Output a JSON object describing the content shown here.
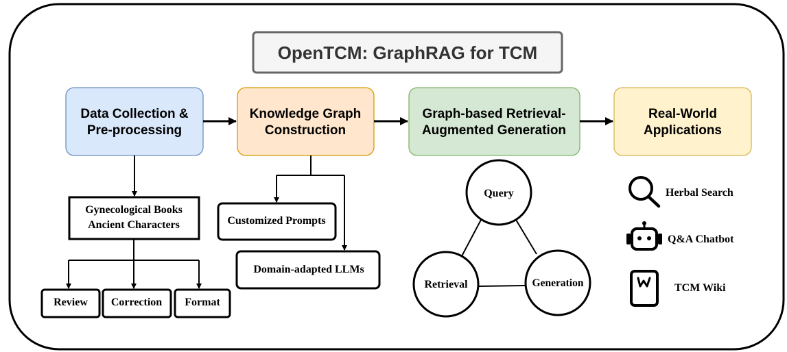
{
  "title": "OpenTCM: GraphRAG for TCM",
  "stages": {
    "data_collection": {
      "line1": "Data Collection &",
      "line2": "Pre-processing",
      "fill": "#dae8fc",
      "stroke": "#6c8ebf"
    },
    "kg_construction": {
      "line1": "Knowledge Graph",
      "line2": "Construction",
      "fill": "#ffe6cc",
      "stroke": "#d79b00"
    },
    "graph_rag": {
      "line1": "Graph-based Retrieval-",
      "line2": "Augmented Generation",
      "fill": "#d5e8d4",
      "stroke": "#82b366"
    },
    "applications": {
      "line1": "Real-World",
      "line2": "Applications",
      "fill": "#fff2cc",
      "stroke": "#d6b656"
    }
  },
  "preprocessing": {
    "source_line1": "Gynecological Books",
    "source_line2": "Ancient Characters",
    "steps": [
      "Review",
      "Correction",
      "Format"
    ]
  },
  "kg": {
    "prompts": "Customized Prompts",
    "llms": "Domain-adapted LLMs"
  },
  "rag_cycle": {
    "query": "Query",
    "retrieval": "Retrieval",
    "generation": "Generation"
  },
  "applications": {
    "herbal_search": {
      "label": "Herbal Search",
      "icon": "search-icon"
    },
    "chatbot": {
      "label": "Q&A Chatbot",
      "icon": "robot-icon"
    },
    "wiki": {
      "label": "TCM Wiki",
      "icon": "wiki-icon"
    }
  }
}
